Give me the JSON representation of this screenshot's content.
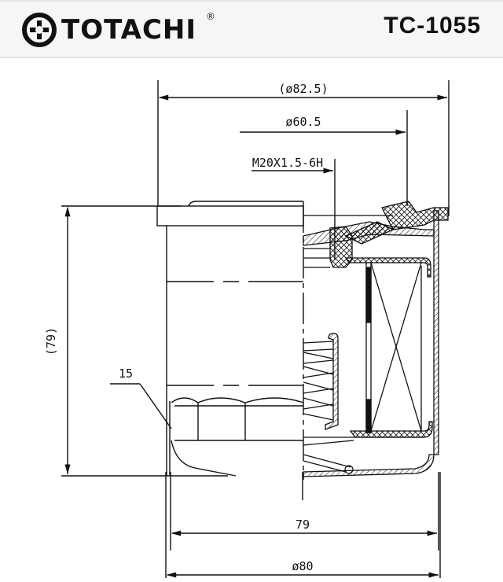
{
  "header": {
    "brand": "TOTACHI",
    "registered_mark": "®",
    "part_number": "TC-1055"
  },
  "drawing": {
    "type": "oil filter cross-section technical drawing",
    "dimensions": {
      "gasket_outer_diameter": "(ø82.5)",
      "gasket_inner_diameter": "ø60.5",
      "thread": "M20X1.5-6H",
      "height": "(79)",
      "wrench_flats": "15",
      "body_length": "79",
      "body_diameter": "ø80"
    }
  }
}
